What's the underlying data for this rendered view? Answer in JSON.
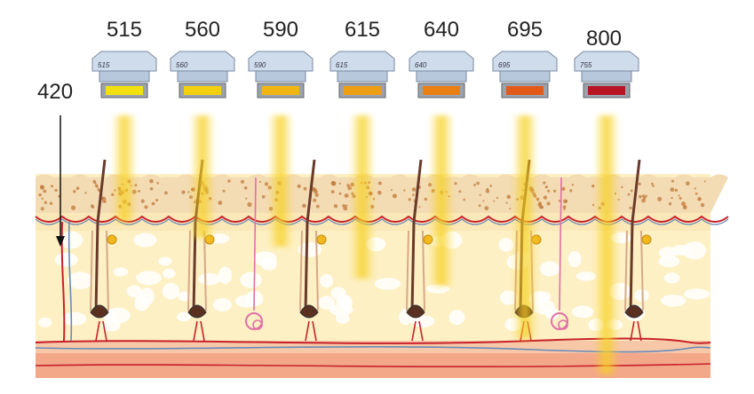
{
  "side_label": {
    "text": "420"
  },
  "wavelengths": [
    {
      "label": "515",
      "tag": "515",
      "filter_color": "#f4e010"
    },
    {
      "label": "560",
      "tag": "560",
      "filter_color": "#f2d00e"
    },
    {
      "label": "590",
      "tag": "590",
      "filter_color": "#f0b512"
    },
    {
      "label": "615",
      "tag": "615",
      "filter_color": "#ee9e14"
    },
    {
      "label": "640",
      "tag": "640",
      "filter_color": "#ea7f14"
    },
    {
      "label": "695",
      "tag": "695",
      "filter_color": "#e35a18"
    },
    {
      "label": "800",
      "tag": "755",
      "filter_color": "#b81424"
    }
  ],
  "colors": {
    "skin_top": "#f3dbb4",
    "dermis": "#fbe8b8",
    "fat": "#fdf0c4",
    "fat_cell": "#ffffff",
    "bottom_band": "#f3a88a",
    "melanin": "#c07a3a",
    "beam": "#f6d020",
    "vessel_red": "#c8202c",
    "vessel_blue": "#6a8ab8",
    "hair": "#6a3a2a",
    "handpiece": "#cfdcec"
  }
}
